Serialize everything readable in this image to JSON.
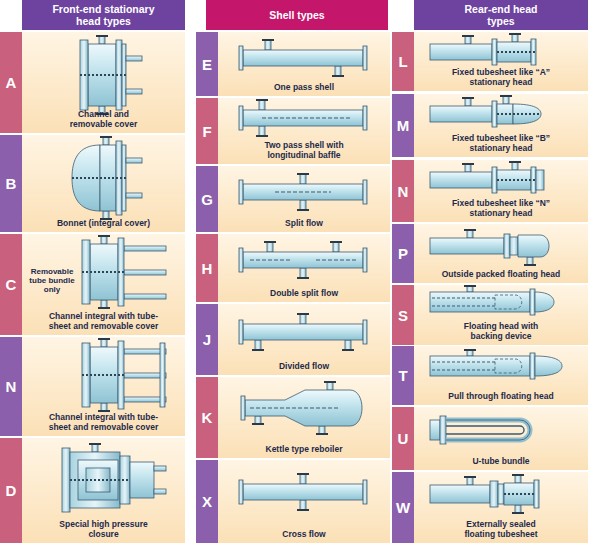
{
  "diagram": {
    "nodes": [
      {
        "text": [
          "Front-end stationary head types"
        ]
      },
      {
        "text": [
          "A",
          "Channel and removable cover"
        ]
      },
      {
        "text": [
          "B",
          "Bonnet (integral cover)"
        ]
      },
      {
        "text": [
          "C",
          "Removable tube bundle only",
          "Channel integral with tube-sheet and removable cover"
        ]
      },
      {
        "text": [
          "N",
          "Channel integral with tube-sheet and removable cover"
        ]
      },
      {
        "text": [
          "D",
          "Special high pressure closure"
        ]
      },
      {
        "text": [
          "Shell types"
        ]
      },
      {
        "text": [
          "E",
          "One pass shell"
        ]
      },
      {
        "text": [
          "F",
          "Two pass shell with longitudinal baffle"
        ]
      },
      {
        "text": [
          "G",
          "Split flow"
        ]
      },
      {
        "text": [
          "H",
          "Double split flow"
        ]
      },
      {
        "text": [
          "J",
          "Divided flow"
        ]
      },
      {
        "text": [
          "K",
          "Kettle type reboiler"
        ]
      },
      {
        "text": [
          "X",
          "Cross flow"
        ]
      },
      {
        "text": [
          "Rear-end head types"
        ]
      },
      {
        "text": [
          "L",
          "Fixed tubesheet like “A” stationary head"
        ]
      },
      {
        "text": [
          "M",
          "Fixed tubesheet like “B” stationary head"
        ]
      },
      {
        "text": [
          "N",
          "Fixed tubesheet like “N” stationary head"
        ]
      },
      {
        "text": [
          "P",
          "Outside packed floating head"
        ]
      },
      {
        "text": [
          "S",
          "Floating head with backing device"
        ]
      },
      {
        "text": [
          "T",
          "Pull through floating head"
        ]
      },
      {
        "text": [
          "U",
          "U-tube bundle"
        ]
      },
      {
        "text": [
          "W",
          "Externally sealed floating tubesheet"
        ]
      }
    ]
  }
}
